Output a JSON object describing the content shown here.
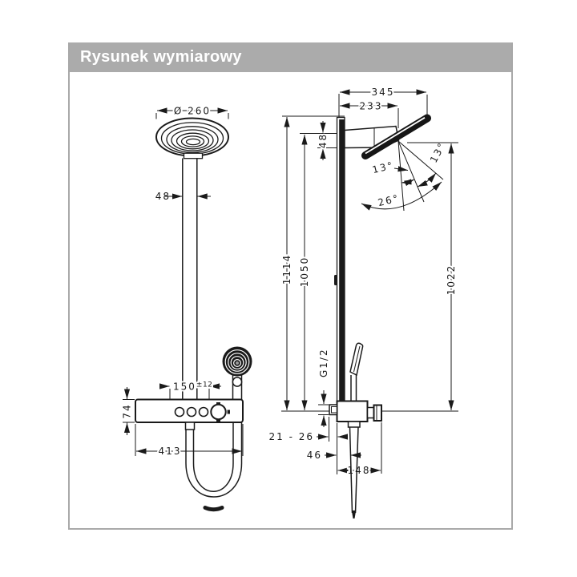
{
  "header": {
    "title": "Rysunek wymiarowy"
  },
  "colors": {
    "ink": "#1a1a1a",
    "header_bg": "#ababab",
    "header_text": "#ffffff",
    "panel_border": "#a9a9a9"
  },
  "dims": {
    "front": {
      "head_diameter": "Ø 260",
      "pipe_width": "48",
      "hand_shower_offset": "150",
      "hand_shower_offset_tolerance": "±12",
      "mixer_height": "74",
      "mixer_width": "413"
    },
    "side": {
      "head_depth": "345",
      "arm_length": "233",
      "arm_drop": "48",
      "total_height": "1114",
      "pipe_height": "1050",
      "pivot_height": "1022",
      "connection_thread": "G1/2",
      "wall_distance": "21 - 26",
      "hose_offset": "46",
      "mixer_depth": "148",
      "tilt_up": "13°",
      "tilt_down": "13°",
      "tilt_range": "26°"
    }
  }
}
